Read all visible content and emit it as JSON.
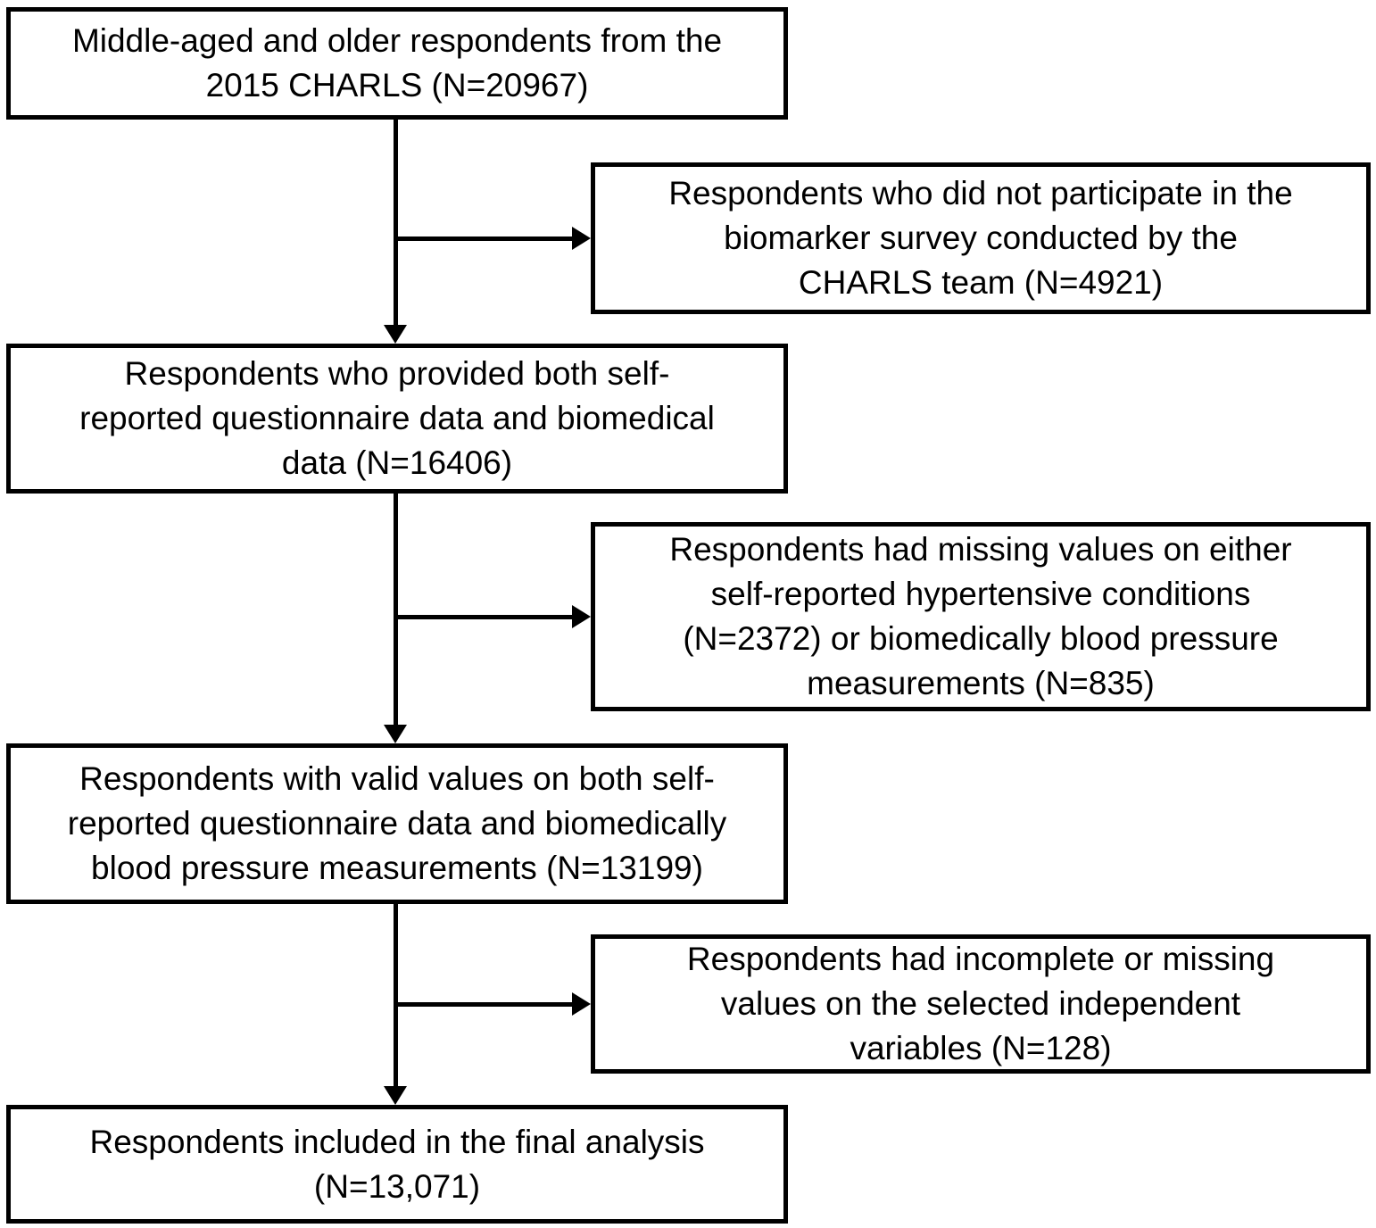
{
  "flow": {
    "type": "participant-selection-flowchart",
    "colors": {
      "box_border": "#000000",
      "box_background": "#ffffff",
      "text": "#000000",
      "connector": "#000000",
      "page_background": "#ffffff"
    },
    "main_boxes": [
      {
        "id": "source-population",
        "n": "20967",
        "lines": [
          "Middle-aged and older respondents from the",
          "2015 CHARLS (N=20967)"
        ]
      },
      {
        "id": "questionnaire-and-biomedical",
        "n": "16406",
        "lines": [
          "Respondents who provided both self-",
          "reported questionnaire data and biomedical",
          "data (N=16406)"
        ]
      },
      {
        "id": "valid-values",
        "n": "13199",
        "lines": [
          "Respondents with valid values on both self-",
          "reported questionnaire data and biomedically",
          "blood pressure measurements (N=13199)"
        ]
      },
      {
        "id": "final-analysis",
        "n": "13,071",
        "lines": [
          "Respondents included in the final analysis",
          "(N=13,071)"
        ]
      }
    ],
    "exclusion_boxes": [
      {
        "id": "no-biomarker-survey",
        "n_values": [
          "4921"
        ],
        "lines": [
          "Respondents who did not participate in the",
          "biomarker survey conducted by the",
          "CHARLS team (N=4921)"
        ]
      },
      {
        "id": "missing-hypertension-or-bp",
        "n_values": [
          "2372",
          "835"
        ],
        "lines": [
          "Respondents had missing values on either",
          "self-reported hypertensive conditions",
          "(N=2372) or biomedically blood pressure",
          "measurements (N=835)"
        ]
      },
      {
        "id": "incomplete-independent-variables",
        "n_values": [
          "128"
        ],
        "lines": [
          "Respondents had incomplete or missing",
          "values on the selected independent",
          "variables (N=128)"
        ]
      }
    ],
    "edges": [
      {
        "from": "source-population",
        "to": "questionnaire-and-biomedical",
        "type": "arrow-down"
      },
      {
        "from": "source-population",
        "to": "no-biomarker-survey",
        "type": "arrow-right-branch"
      },
      {
        "from": "questionnaire-and-biomedical",
        "to": "valid-values",
        "type": "arrow-down"
      },
      {
        "from": "questionnaire-and-biomedical",
        "to": "missing-hypertension-or-bp",
        "type": "arrow-right-branch"
      },
      {
        "from": "valid-values",
        "to": "final-analysis",
        "type": "arrow-down"
      },
      {
        "from": "valid-values",
        "to": "incomplete-independent-variables",
        "type": "arrow-right-branch"
      }
    ]
  }
}
